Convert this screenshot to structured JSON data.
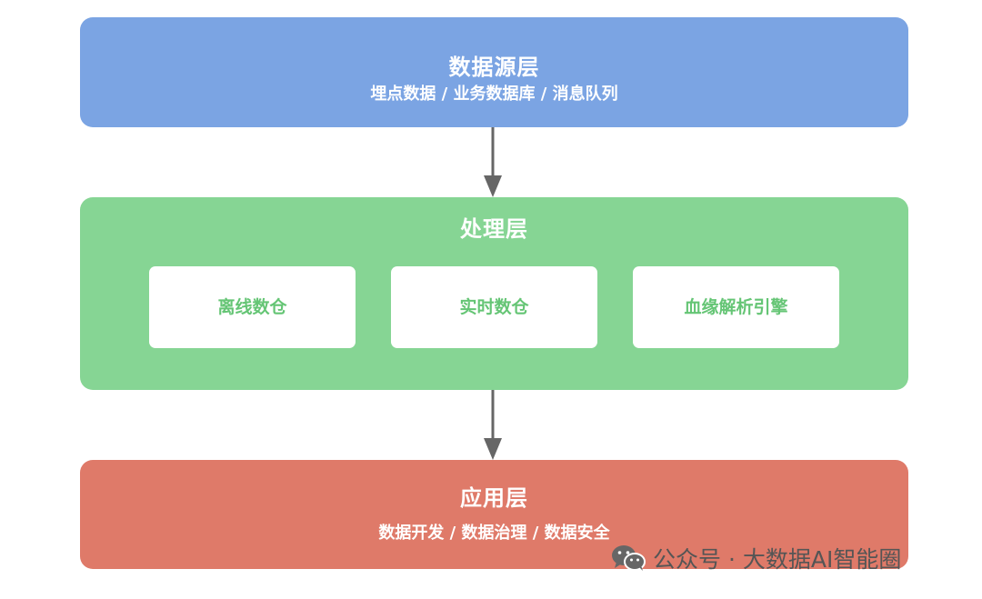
{
  "layers": {
    "source": {
      "title": "数据源层",
      "subtitle": "埋点数据 / 业务数据库 / 消息队列",
      "color": "#7ba4e3"
    },
    "processing": {
      "title": "处理层",
      "color": "#86d594",
      "modules": [
        "离线数仓",
        "实时数仓",
        "血缘解析引擎"
      ]
    },
    "application": {
      "title": "应用层",
      "subtitle": "数据开发 / 数据治理 / 数据安全",
      "color": "#df7a69"
    }
  },
  "arrow_color": "#666666",
  "watermark": {
    "icon": "wechat-icon",
    "text": "公众号 · 大数据AI智能圈"
  }
}
